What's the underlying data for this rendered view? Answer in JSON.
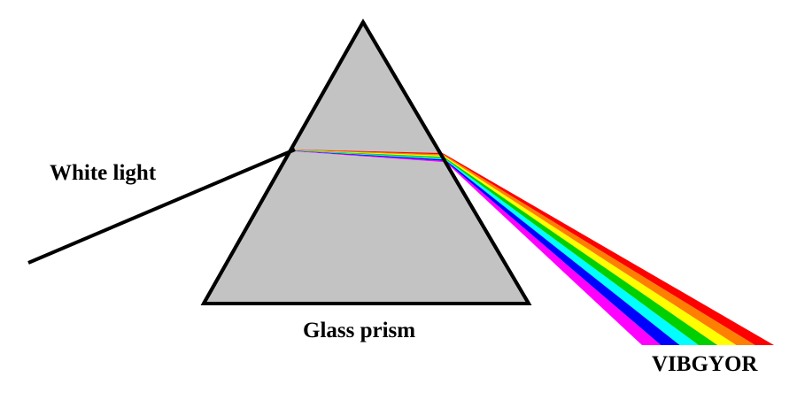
{
  "labels": {
    "incident": "White light",
    "prism": "Glass prism",
    "spectrum": "VIBGYOR"
  },
  "colors": {
    "prism_fill": "#c3c3c3",
    "outline": "#000000",
    "spectrum": [
      "#ff0000",
      "#ff8000",
      "#ffff00",
      "#00d000",
      "#00ffff",
      "#0000ff",
      "#ff00ff"
    ]
  }
}
